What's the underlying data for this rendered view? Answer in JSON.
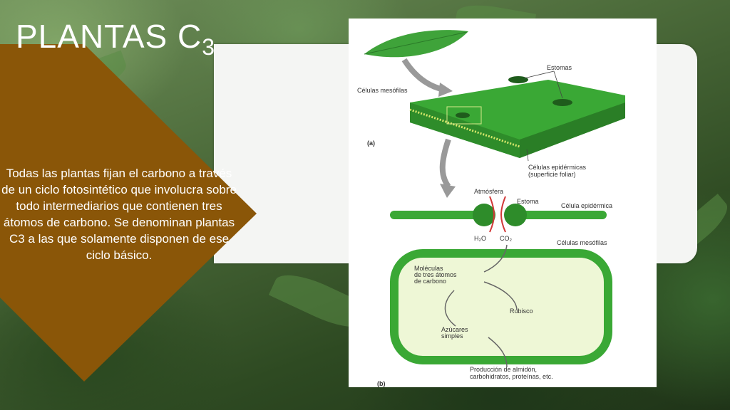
{
  "slide": {
    "title": "PLANTAS C",
    "title_sub": "3",
    "body": "Todas las plantas fijan el carbono a través de un ciclo fotosintético que involucra sobre todo intermediarios que contienen tres átomos de carbono. Se denominan plantas C3 a las que solamente disponen de ese ciclo básico."
  },
  "figure": {
    "labels": {
      "estomas": "Estomas",
      "celulas_mesofilas_a": "Células mesófilas",
      "a": "(a)",
      "celulas_epidermicas": "Células epidérmicas",
      "superficie": "(superficie foliar)",
      "atmosfera": "Atmósfera",
      "estoma": "Estoma",
      "celula_epidermica": "Célula epidérmica",
      "h2o": "H₂O",
      "co2": "CO₂",
      "celulas_mesofilas_b": "Células mesófilas",
      "moleculas": "Moléculas",
      "de_tres": "de tres átomos",
      "de_carbono": "de carbono",
      "rubisco": "Rubisco",
      "azucares": "Azúcares",
      "simples": "simples",
      "produccion": "Producción de almidón,",
      "carbohidratos": "carbohidratos, proteínas, etc.",
      "b": "(b)"
    }
  }
}
